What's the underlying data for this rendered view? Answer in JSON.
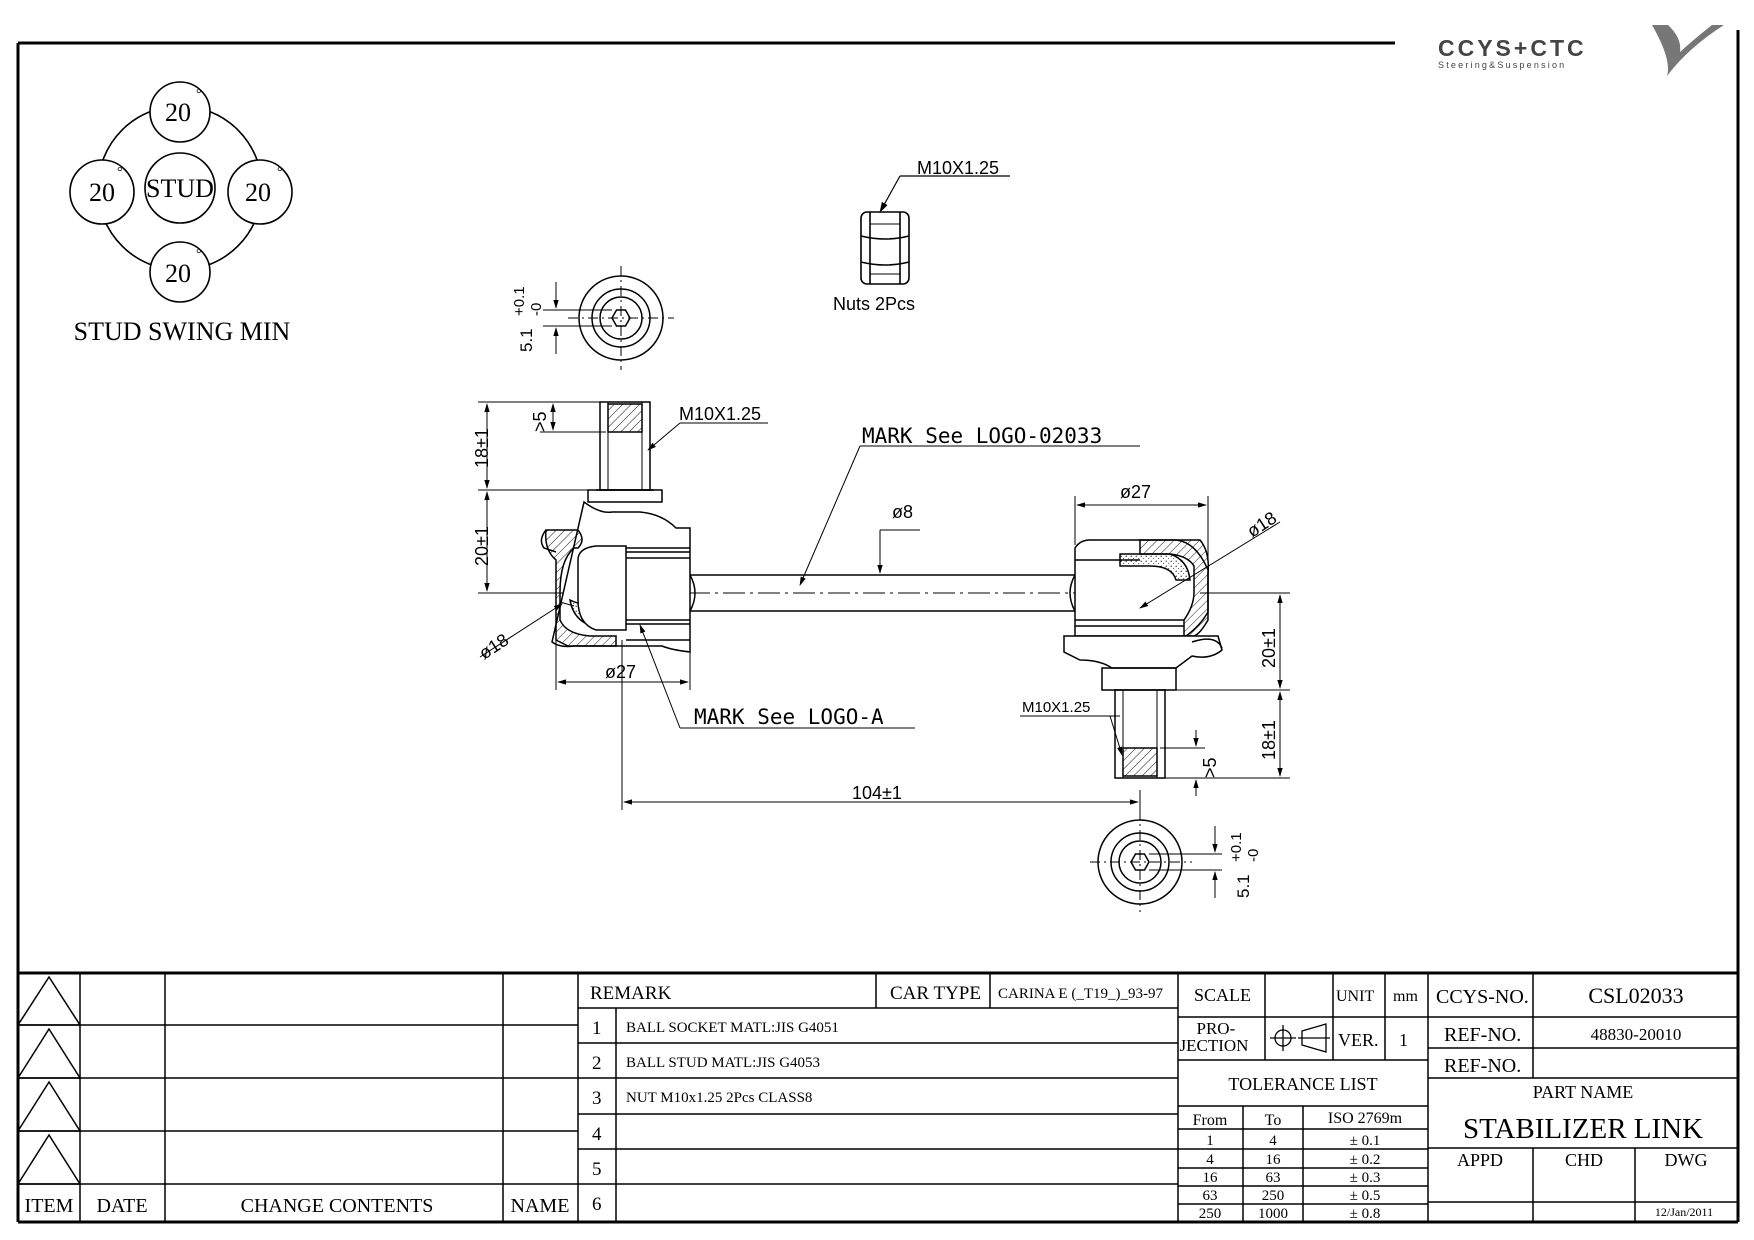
{
  "brand": {
    "name": "CCYS+CTC",
    "tagline": "Steering&Suspension"
  },
  "stud_swing": {
    "center": "STUD",
    "angles": [
      "20",
      "20",
      "20",
      "20"
    ],
    "degree": "°",
    "title": "STUD SWING MIN"
  },
  "dims": {
    "nut_thread": "M10X1.25",
    "nuts": "Nuts 2Pcs",
    "hex_left": "5.1",
    "hex_left_tol_plus": "+0.1",
    "hex_left_tol_minus": "-0",
    "hex_right": "5.1",
    "hex_right_tol_plus": "+0.1",
    "hex_right_tol_minus": "-0",
    "gt5_left": ">5",
    "gt5_right": ">5",
    "thread_left": "M10X1.25",
    "thread_right": "M10X1.25",
    "len18_left": "18±1",
    "len18_right": "18±1",
    "len20_left": "20±1",
    "len20_right": "20±1",
    "phi18_left": "ø18",
    "phi18_right": "ø18",
    "phi27_left": "ø27",
    "phi27_right": "ø27",
    "phi8": "ø8",
    "length": "104±1",
    "mark_top": "MARK See LOGO-02033",
    "mark_bottom": "MARK See LOGO-A"
  },
  "revision": {
    "headers": {
      "item": "ITEM",
      "date": "DATE",
      "change": "CHANGE CONTENTS",
      "name": "NAME"
    }
  },
  "remark": {
    "label": "REMARK",
    "car_type_label": "CAR TYPE",
    "car_type": "CARINA E (_T19_)_93-97",
    "rows": [
      {
        "no": "1",
        "text": "BALL SOCKET MATL:JIS G4051"
      },
      {
        "no": "2",
        "text": "BALL STUD MATL:JIS G4053"
      },
      {
        "no": "3",
        "text": "NUT M10x1.25 2Pcs CLASS8"
      },
      {
        "no": "4",
        "text": ""
      },
      {
        "no": "5",
        "text": ""
      },
      {
        "no": "6",
        "text": ""
      }
    ]
  },
  "spec": {
    "scale_label": "SCALE",
    "scale": "",
    "unit_label": "UNIT",
    "unit": "mm",
    "projection_label": "PRO-\nJECTION",
    "ver_label": "VER.",
    "ver": "1",
    "tolerance_title": "TOLERANCE LIST",
    "tol_headers": [
      "From",
      "To",
      "ISO 2769m"
    ],
    "tolerances": [
      {
        "from": "1",
        "to": "4",
        "tol": "± 0.1"
      },
      {
        "from": "4",
        "to": "16",
        "tol": "± 0.2"
      },
      {
        "from": "16",
        "to": "63",
        "tol": "± 0.3"
      },
      {
        "from": "63",
        "to": "250",
        "tol": "± 0.5"
      },
      {
        "from": "250",
        "to": "1000",
        "tol": "± 0.8"
      }
    ]
  },
  "part": {
    "ccys_label": "CCYS-NO.",
    "ccys": "CSL02033",
    "ref_label": "REF-NO.",
    "ref": "48830-20010",
    "ref2_label": "REF-NO.",
    "ref2": "",
    "part_name_label": "PART NAME",
    "part_name": "STABILIZER LINK",
    "appd": "APPD",
    "chd": "CHD",
    "dwg": "DWG",
    "date": "12/Jan/2011"
  }
}
